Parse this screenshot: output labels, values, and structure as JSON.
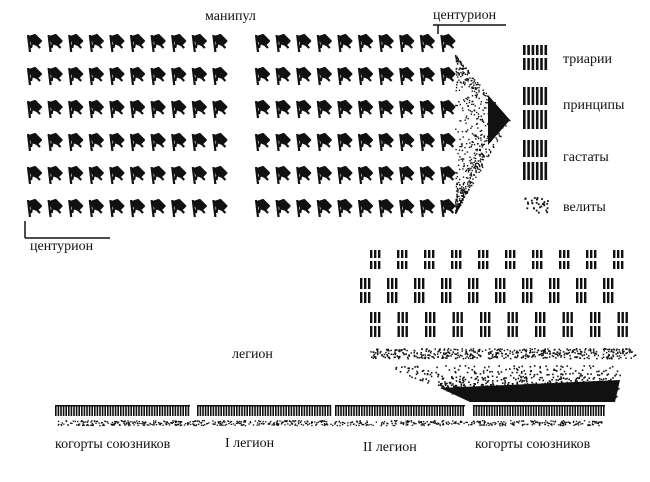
{
  "labels": {
    "maniple": "манипул",
    "centurion_top": "центурион",
    "centurion_bottom": "центурион",
    "legion": "легион",
    "allies_left": "когорты союзников",
    "legion_1": "I легион",
    "legion_2": "II легион",
    "allies_right": "когорты союзников"
  },
  "legend": [
    {
      "label": "триарии",
      "icon": "triarii-bars-icon"
    },
    {
      "label": "принципы",
      "icon": "principes-bars-icon"
    },
    {
      "label": "гастаты",
      "icon": "hastati-bars-icon"
    },
    {
      "label": "велиты",
      "icon": "velites-dots-icon"
    }
  ],
  "maniple": {
    "centuries": 2,
    "rows": 6,
    "columns_per_century": 10
  },
  "battle_line": {
    "rows_of_maniples": 3,
    "maniples_per_row": 10
  },
  "colors": {
    "ink": "#111111",
    "background": "#ffffff"
  }
}
